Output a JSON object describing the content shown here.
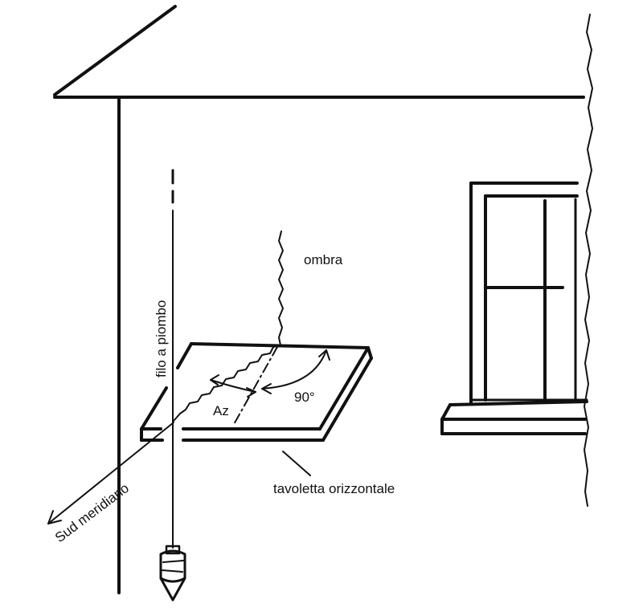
{
  "labels": {
    "shadow": "ombra",
    "plumb_line": "filo a piombo",
    "angle_right": "90°",
    "azimuth": "Az",
    "board": "tavoletta orizzontale",
    "meridian": "Sud meridiano"
  },
  "colors": {
    "ink": "#111111",
    "paper": "#ffffff"
  },
  "icons": {
    "plumb_bob": "plumb-bob-icon"
  }
}
